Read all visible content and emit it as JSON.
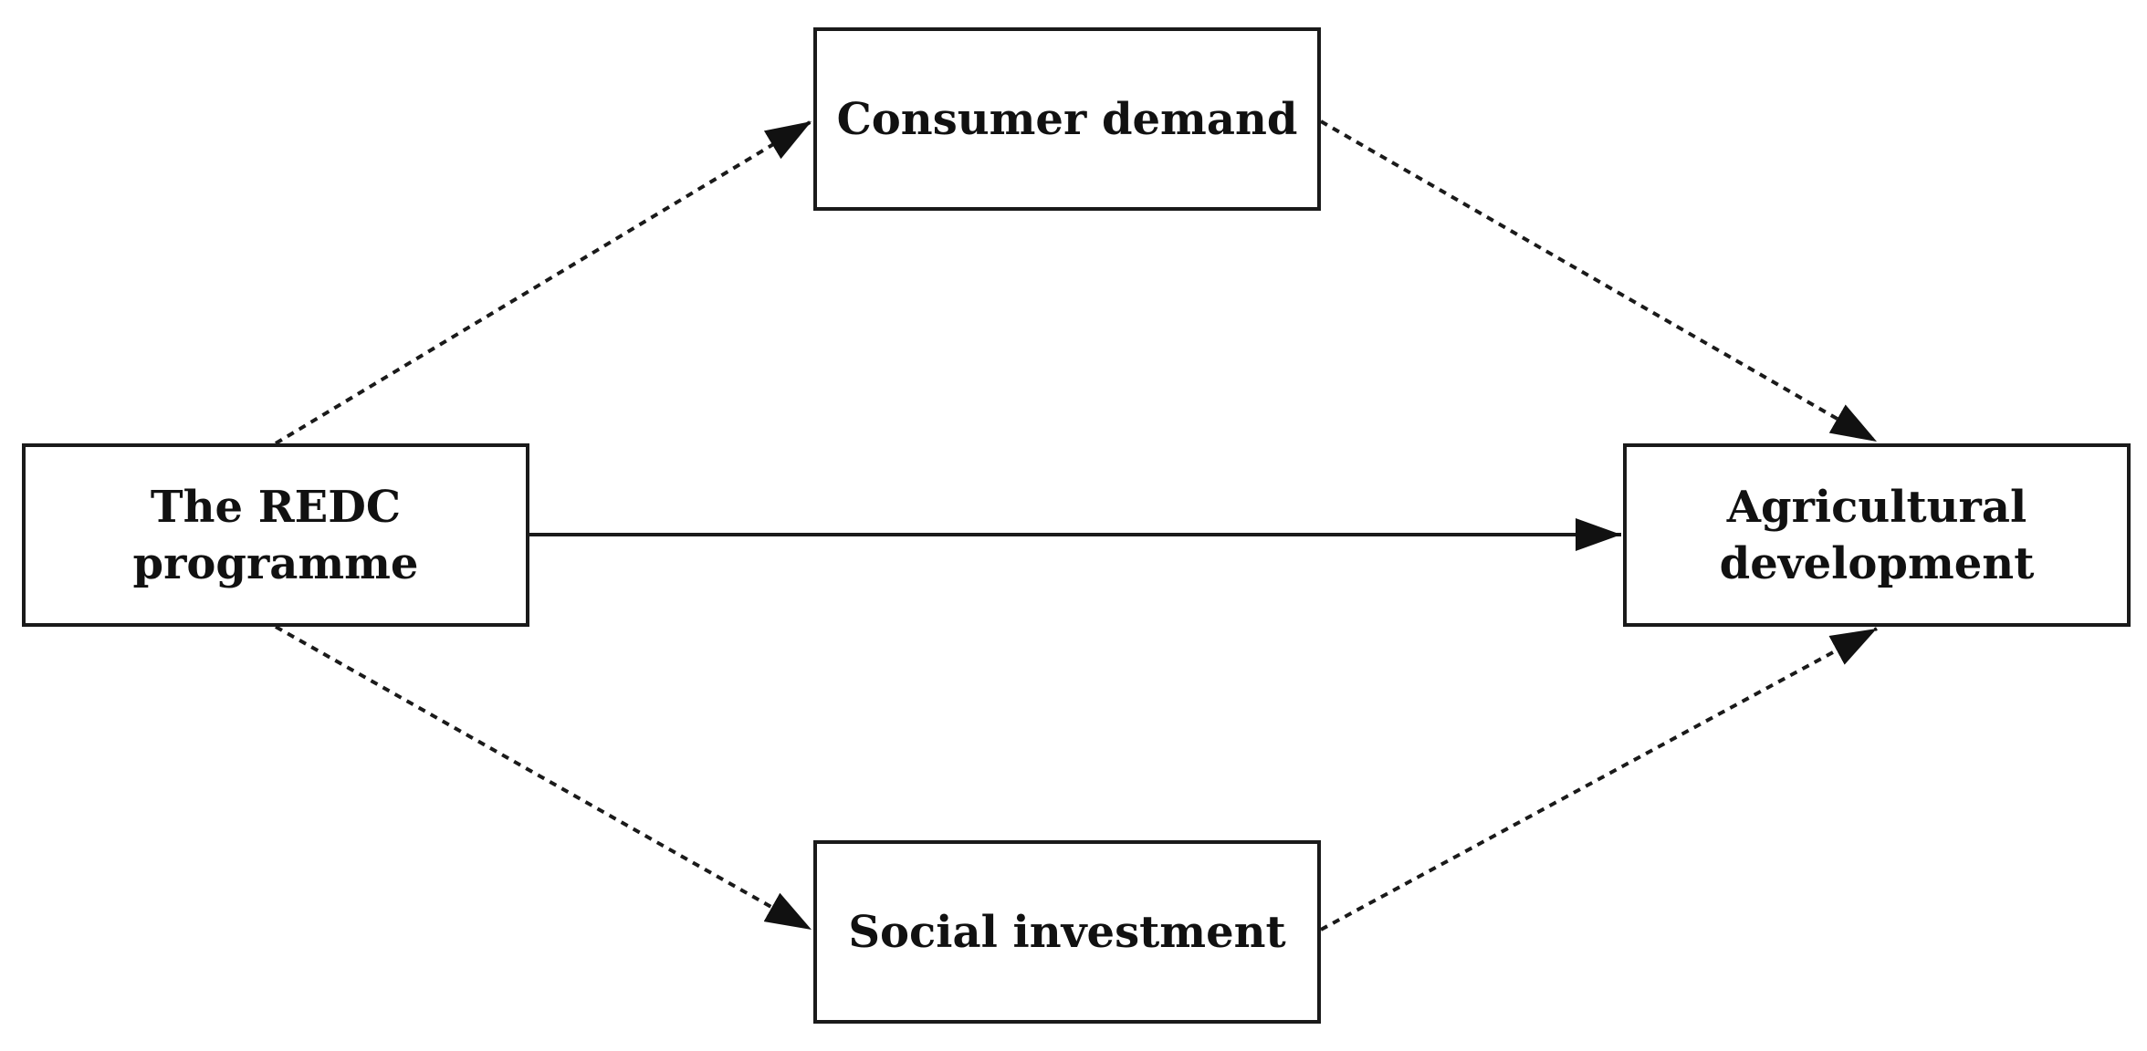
{
  "nodes": {
    "redc": {
      "label": "The REDC\nprogramme"
    },
    "consumer_demand": {
      "label": "Consumer demand"
    },
    "social_investment": {
      "label": "Social investment"
    },
    "agricultural_development": {
      "label": "Agricultural\ndevelopment"
    }
  },
  "edges": [
    {
      "from": "The REDC programme",
      "to": "Consumer demand",
      "style": "dotted"
    },
    {
      "from": "Consumer demand",
      "to": "Agricultural development",
      "style": "dotted"
    },
    {
      "from": "The REDC programme",
      "to": "Agricultural development",
      "style": "solid"
    },
    {
      "from": "The REDC programme",
      "to": "Social investment",
      "style": "dotted"
    },
    {
      "from": "Social investment",
      "to": "Agricultural development",
      "style": "dotted"
    }
  ],
  "colors": {
    "stroke": "#1a1a1a",
    "background": "#ffffff",
    "text": "#111111"
  }
}
